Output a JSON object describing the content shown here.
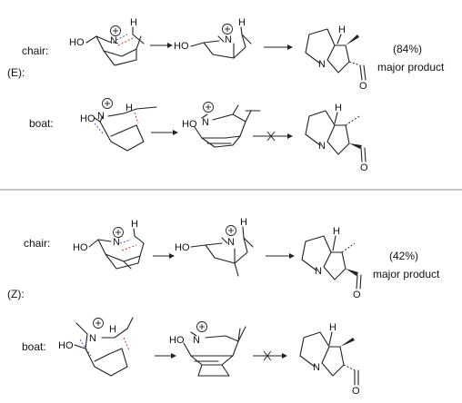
{
  "section_e": {
    "label": "(E):",
    "chair": {
      "label": "chair:",
      "atom_ho_1": "HO",
      "atom_n_1": "N",
      "atom_h_1": "H",
      "atom_ho_2": "HO",
      "atom_n_2": "N",
      "atom_h_2": "H",
      "atom_n_prod": "N",
      "atom_h_prod": "H",
      "atom_o_prod": "O",
      "yield": "(84%)",
      "note": "major product"
    },
    "boat": {
      "label": "boat:",
      "atom_ho_1": "HO",
      "atom_n_1": "N",
      "atom_h_1": "H",
      "atom_ho_2": "HO",
      "atom_n_2": "N",
      "atom_n_prod": "N",
      "atom_h_prod": "H",
      "atom_o_prod": "O"
    }
  },
  "section_z": {
    "label": "(Z):",
    "chair": {
      "label": "chair:",
      "atom_ho_1": "HO",
      "atom_n_1": "N",
      "atom_h_1": "H",
      "atom_ho_2": "HO",
      "atom_n_2": "N",
      "atom_h_2": "H",
      "atom_n_prod": "N",
      "atom_h_prod": "H",
      "atom_o_prod": "O",
      "yield": "(42%)",
      "note": "major product"
    },
    "boat": {
      "label": "boat:",
      "atom_ho_1": "HO",
      "atom_n_1": "N",
      "atom_h_1": "H",
      "atom_ho_2": "HO",
      "atom_n_2": "N",
      "atom_n_prod": "N",
      "atom_h_prod": "H",
      "atom_o_prod": "O"
    }
  },
  "charge_symbol": "+"
}
